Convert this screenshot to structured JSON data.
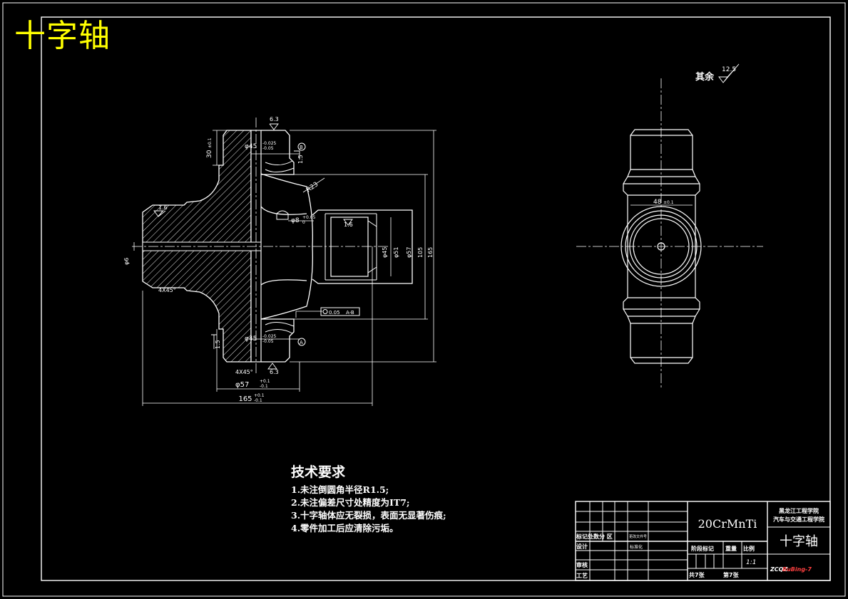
{
  "drawing_title": "十字轴",
  "roughness": {
    "label": "其余",
    "value": "12.5"
  },
  "technical_requirements": {
    "title": "技术要求",
    "items": [
      "1.未注倒圆角半径R1.5;",
      "2.未注偏差尺寸处精度为IT7;",
      "3.十字轴体应无裂损，表面无显著伤痕;",
      "4.零件加工后应清除污垢。"
    ]
  },
  "dimensions": {
    "d45": "φ45",
    "d45_tol_upper": "-0.025",
    "d45_tol_lower": "-0.05",
    "d57": "φ57",
    "d57_tol_upper": "+0.1",
    "d57_tol_lower": "-0.1",
    "len165": "165",
    "len165_tol_upper": "+0.1",
    "len165_tol_lower": "-0.1",
    "len30": "30",
    "len30_tol": "±0.1",
    "len1_5": "1.5",
    "r23": "R23",
    "hole": "φ8",
    "hole_tol_upper": "+0.05",
    "hole_tol_lower": "0",
    "d6": "φ6",
    "d105": "105",
    "d51": "φ51",
    "chamfer": "4X45°",
    "rough_6_3": "6.3",
    "rough_1_6": "1.6",
    "runout": "0.05",
    "runout_ref": "A-B",
    "datum_a": "A",
    "datum_b": "B",
    "width_48": "48",
    "width_48_tol": "±0.1"
  },
  "title_block": {
    "material": "20CrMnTi",
    "school_line1": "黑龙江工程学院",
    "school_line2": "汽车与交通工程学院",
    "part_name": "十字轴",
    "rev_header": "标记处数分  区",
    "rev_header_small": "更改文件号",
    "designer_label": "设计",
    "std_label": "标准化",
    "stage_label": "阶段标记",
    "weight_label": "重量",
    "scale_label": "比例",
    "scale_value": "1:1",
    "check_label": "审核",
    "process_label": "工艺",
    "sheets_total": "共7张",
    "sheet_no": "第7张",
    "drawing_no_prefix": "ZCQZ",
    "drawing_no_suffix": "BuBing-7"
  }
}
